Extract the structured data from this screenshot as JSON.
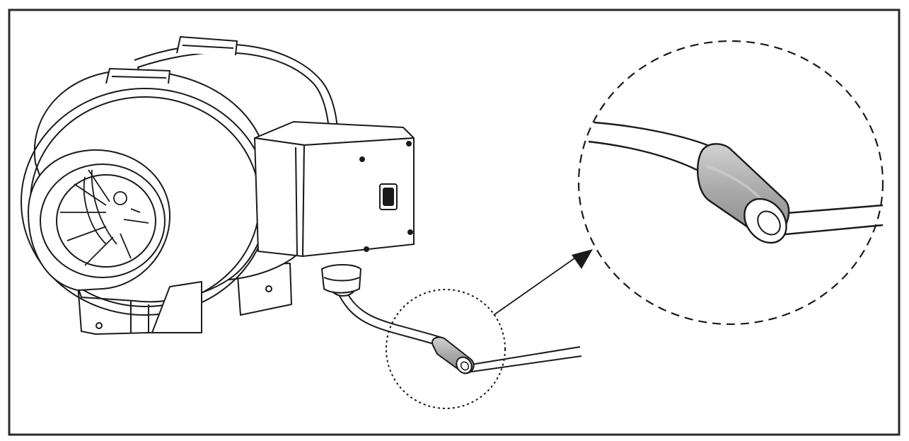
{
  "diagram": {
    "colors": {
      "line": "#1a1a1a",
      "frame": "#2a2a2a",
      "ferrite_fill": "#b4b4b4",
      "ferrite_shade": "#8e8e8e",
      "background": "#ffffff"
    },
    "parts": [
      "inline-duct-fan",
      "terminal-box",
      "cable-gland",
      "power-cable",
      "ferrite-core",
      "detail-callout",
      "pointer-arrow"
    ]
  }
}
